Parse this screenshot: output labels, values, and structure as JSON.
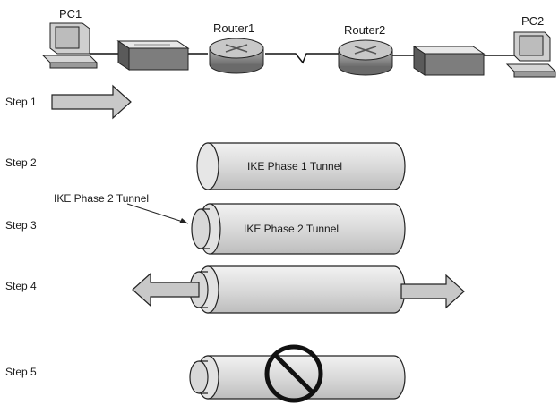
{
  "devices": {
    "pc1": "PC1",
    "pc2": "PC2",
    "router1": "Router1",
    "router2": "Router2"
  },
  "steps": {
    "step1": "Step 1",
    "step2": "Step 2",
    "step3": "Step 3",
    "step4": "Step 4",
    "step5": "Step 5"
  },
  "tunnels": {
    "phase1_label": "IKE Phase 1 Tunnel",
    "phase2_label": "IKE Phase 2 Tunnel",
    "phase2_callout": "IKE Phase 2 Tunnel"
  },
  "colors": {
    "tunnel_fill": "#dcdcdc",
    "arrow_fill": "#c8c8c8",
    "outline": "#222222"
  },
  "icons": [
    "pc-icon",
    "switch-icon",
    "router-icon",
    "arrow-right-icon",
    "arrow-left-icon",
    "prohibited-icon"
  ]
}
